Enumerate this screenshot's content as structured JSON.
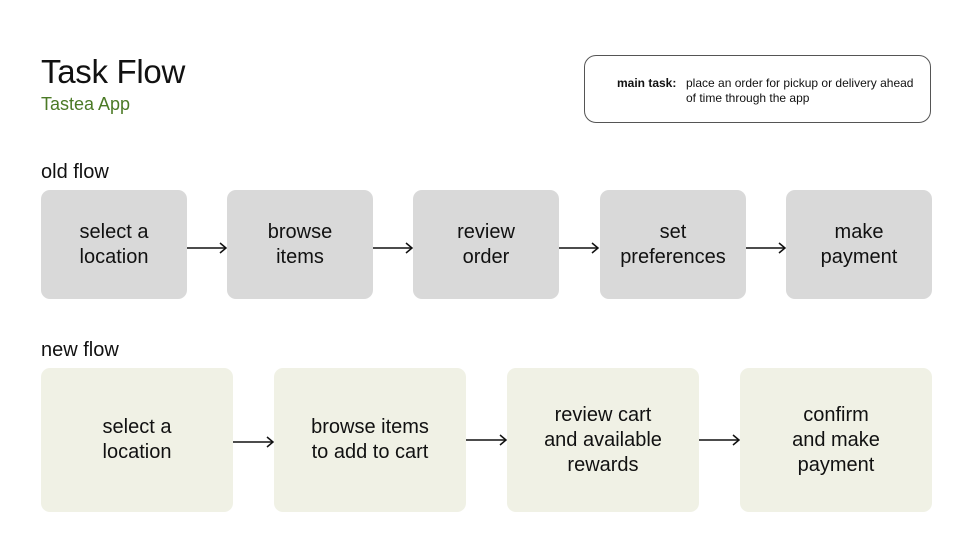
{
  "header": {
    "title": "Task Flow",
    "subtitle": "Tastea App"
  },
  "task": {
    "label": "main task:",
    "text": "place an order for pickup or delivery ahead of time through the app"
  },
  "old_flow": {
    "label": "old flow",
    "steps": [
      {
        "label": "select a\nlocation"
      },
      {
        "label": "browse\nitems"
      },
      {
        "label": "review\norder"
      },
      {
        "label": "set\npreferences"
      },
      {
        "label": "make\npayment"
      }
    ]
  },
  "new_flow": {
    "label": "new flow",
    "steps": [
      {
        "label": "select a\nlocation"
      },
      {
        "label": "browse items\nto add to cart"
      },
      {
        "label": "review cart\nand available\nrewards"
      },
      {
        "label": "confirm\nand make\npayment"
      }
    ]
  },
  "colors": {
    "subtitle": "#4b7a26",
    "old_step_fill": "#d9d9d9",
    "new_step_fill": "#f0f1e5",
    "arrow": "#111111"
  }
}
